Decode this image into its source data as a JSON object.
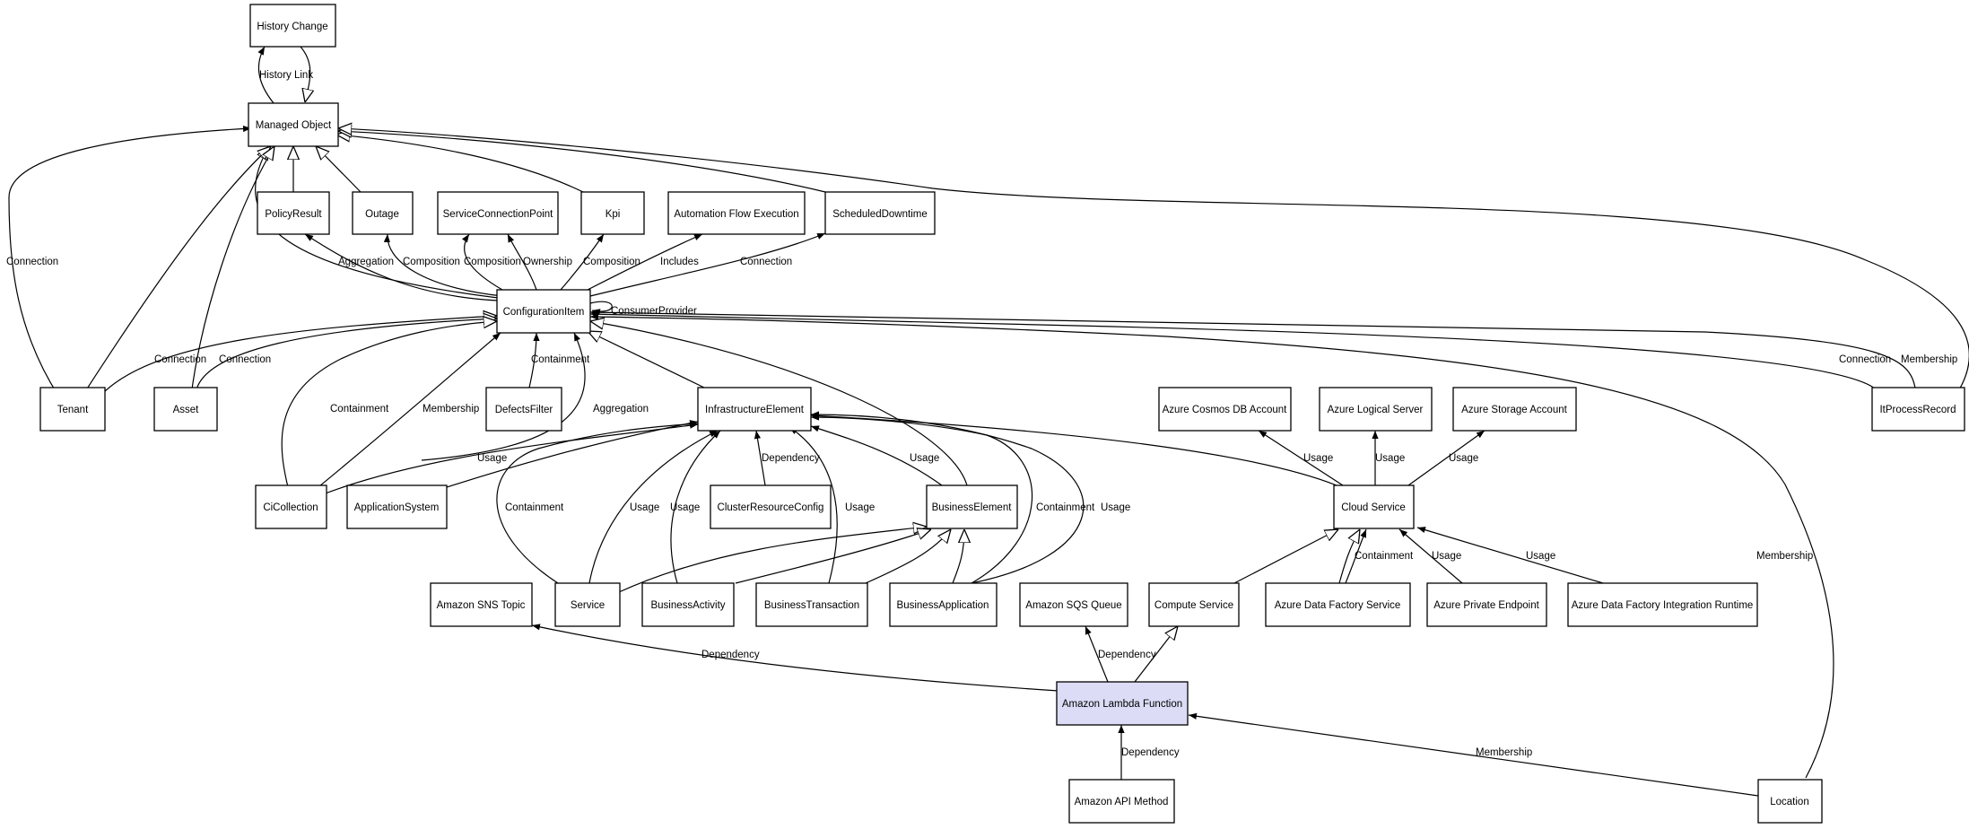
{
  "nodes": {
    "history_change": "History Change",
    "managed_object": "Managed Object",
    "policy_result": "PolicyResult",
    "outage": "Outage",
    "service_connection_point": "ServiceConnectionPoint",
    "kpi": "Kpi",
    "automation_flow_execution": "Automation Flow Execution",
    "scheduled_downtime": "ScheduledDowntime",
    "configuration_item": "ConfigurationItem",
    "tenant": "Tenant",
    "asset": "Asset",
    "defects_filter": "DefectsFilter",
    "infrastructure_element": "InfrastructureElement",
    "azure_cosmos_db_account": "Azure Cosmos DB Account",
    "azure_logical_server": "Azure Logical Server",
    "azure_storage_account": "Azure Storage Account",
    "it_process_record": "ItProcessRecord",
    "ci_collection": "CiCollection",
    "application_system": "ApplicationSystem",
    "cluster_resource_config": "ClusterResourceConfig",
    "business_element": "BusinessElement",
    "cloud_service": "Cloud Service",
    "amazon_sns_topic": "Amazon SNS Topic",
    "service": "Service",
    "business_activity": "BusinessActivity",
    "business_transaction": "BusinessTransaction",
    "business_application": "BusinessApplication",
    "amazon_sqs_queue": "Amazon SQS Queue",
    "compute_service": "Compute Service",
    "azure_data_factory_service": "Azure Data Factory Service",
    "azure_private_endpoint": "Azure Private Endpoint",
    "azure_data_factory_integration_runtime": "Azure Data Factory Integration Runtime",
    "amazon_lambda_function": "Amazon Lambda Function",
    "amazon_api_method": "Amazon API Method",
    "location": "Location"
  },
  "edge_labels": {
    "history_link": "History Link",
    "connection": "Connection",
    "aggregation": "Aggregation",
    "composition": "Composition",
    "ownership": "Ownership",
    "includes": "Includes",
    "consumer_provider": "ConsumerProvider",
    "containment": "Containment",
    "membership": "Membership",
    "usage": "Usage",
    "dependency": "Dependency"
  },
  "colors": {
    "highlight_fill": "#dcdcf7",
    "stroke": "#000000"
  }
}
